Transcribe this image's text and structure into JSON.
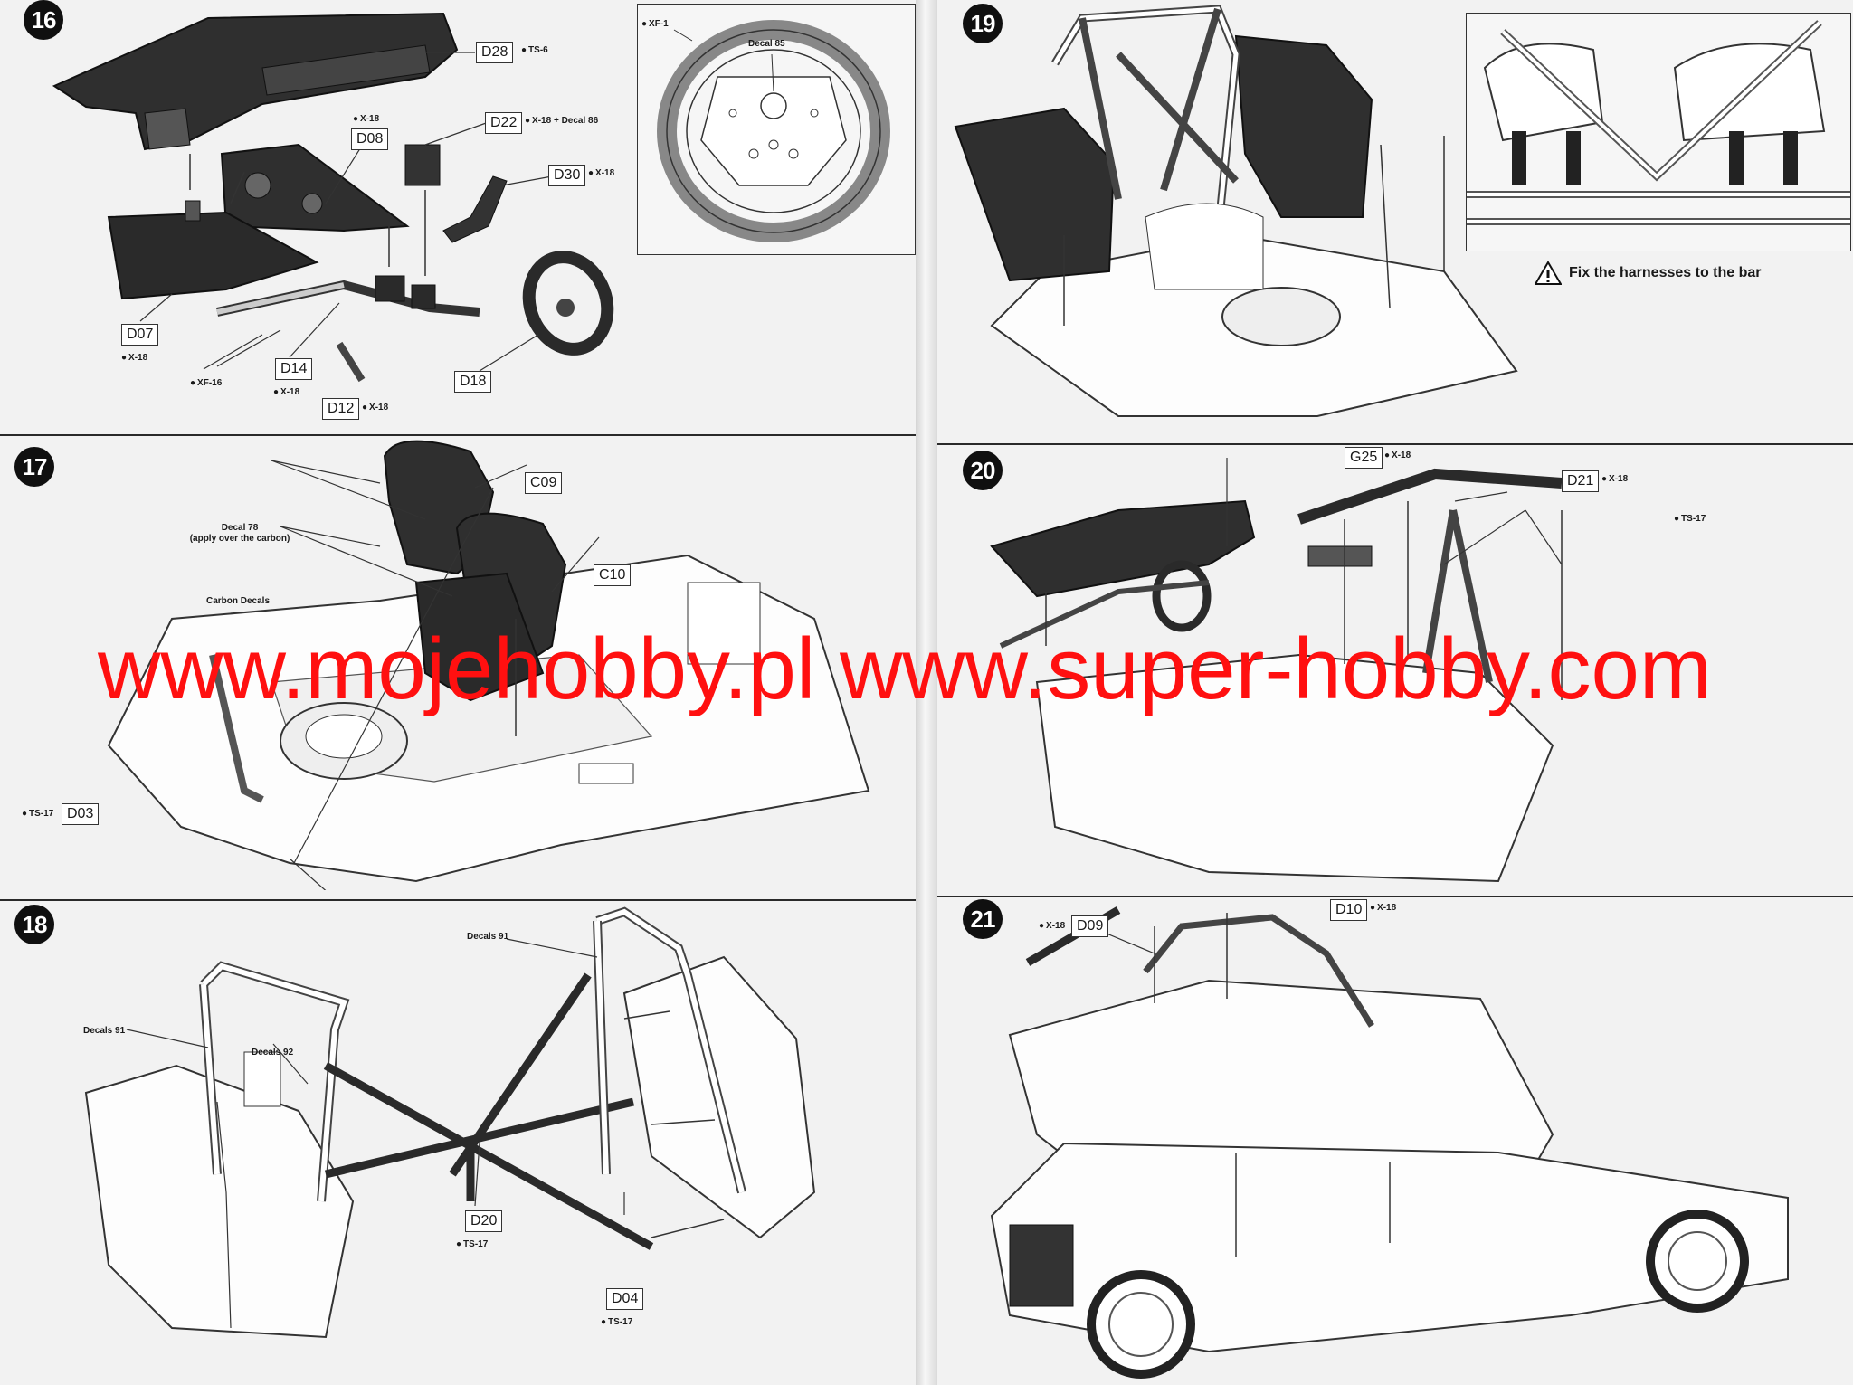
{
  "steps": {
    "s16": {
      "number": "16",
      "labels": {
        "d28": "D28",
        "d22": "D22",
        "d08": "D08",
        "d30": "D30",
        "d07": "D07",
        "d14": "D14",
        "d12": "D12",
        "d18": "D18"
      },
      "notes": {
        "ts6": "TS-6",
        "x18_d08": "X-18",
        "x18_decal86": "X-18 + Decal 86",
        "x18_d30": "X-18",
        "x18_d07": "X-18",
        "xf16": "XF-16",
        "x18_d14": "X-18",
        "x18_d12": "X-18"
      },
      "inset": {
        "paint": "XF-1",
        "decal": "Decal 85"
      }
    },
    "s17": {
      "number": "17",
      "labels": {
        "c09": "C09",
        "c10": "C10",
        "d03": "D03"
      },
      "notes": {
        "decal78_a": "Decal 78",
        "decal78_b": "(apply over the carbon)",
        "carbon": "Carbon Decals",
        "ts17": "TS-17"
      }
    },
    "s18": {
      "number": "18",
      "labels": {
        "d20": "D20",
        "d04": "D04"
      },
      "notes": {
        "decals91_right": "Decals 91",
        "decals91_left": "Decals 91",
        "decals92": "Decals 92",
        "ts17_d20": "TS-17",
        "ts17_d04": "TS-17"
      }
    },
    "s19": {
      "number": "19",
      "warning": "Fix the harnesses to the bar"
    },
    "s20": {
      "number": "20",
      "labels": {
        "g25": "G25",
        "d21": "D21"
      },
      "notes": {
        "x18_g25": "X-18",
        "x18_d21": "X-18",
        "ts17": "TS-17"
      }
    },
    "s21": {
      "number": "21",
      "labels": {
        "d09": "D09",
        "d10": "D10"
      },
      "notes": {
        "x18_d09": "X-18",
        "x18_d10": "X-18"
      }
    }
  },
  "watermark": "www.mojehobby.pl www.super-hobby.com",
  "colors": {
    "ink": "#1a1a1a",
    "part_dark": "#2f2f2f",
    "part_light": "#ffffff",
    "watermark": "#ff1010"
  }
}
